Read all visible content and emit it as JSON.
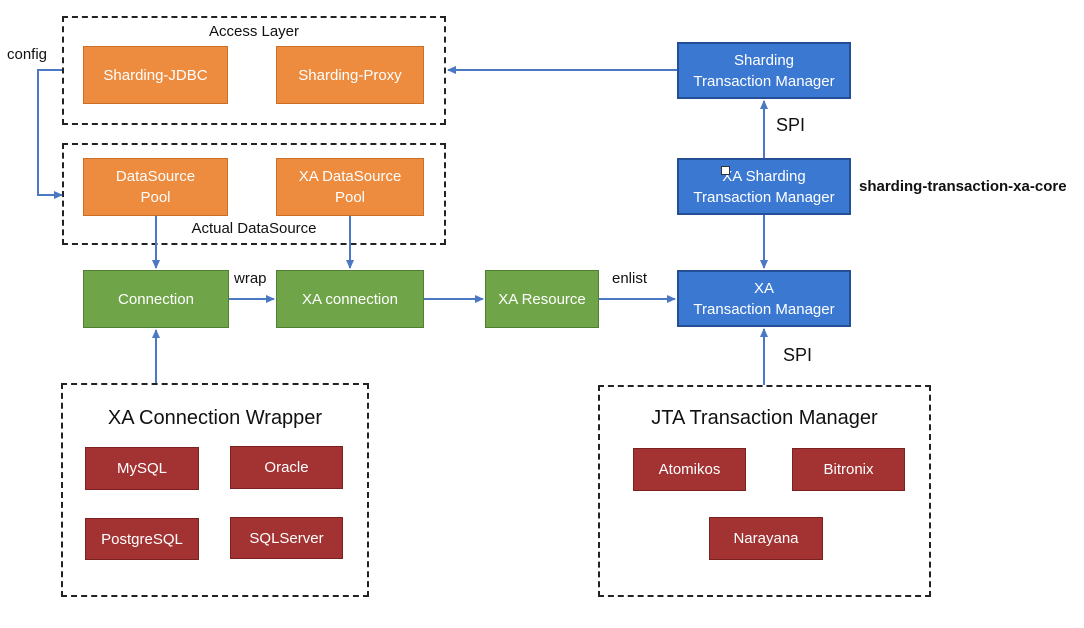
{
  "groups": {
    "access_layer": "Access Layer",
    "actual_datasource": "Actual DataSource",
    "xa_connection_wrapper": "XA Connection Wrapper",
    "jta_transaction_manager": "JTA Transaction Manager"
  },
  "nodes": {
    "sharding_jdbc": "Sharding-JDBC",
    "sharding_proxy": "Sharding-Proxy",
    "datasource_pool": "DataSource\nPool",
    "xa_datasource_pool": "XA DataSource\nPool",
    "connection": "Connection",
    "xa_connection": "XA connection",
    "xa_resource": "XA Resource",
    "sharding_transaction_manager": "Sharding\nTransaction Manager",
    "xa_sharding_transaction_manager": "XA Sharding\nTransaction Manager",
    "xa_transaction_manager": "XA\nTransaction Manager",
    "mysql": "MySQL",
    "oracle": "Oracle",
    "postgresql": "PostgreSQL",
    "sqlserver": "SQLServer",
    "atomikos": "Atomikos",
    "bitronix": "Bitronix",
    "narayana": "Narayana"
  },
  "labels": {
    "config": "config",
    "wrap": "wrap",
    "enlist": "enlist",
    "spi_top": "SPI",
    "spi_bottom": "SPI",
    "module": "sharding-transaction-xa-core"
  },
  "colors": {
    "orange": "#ed8b3e",
    "green": "#6fa548",
    "blue": "#3a78d1",
    "red": "#a33232",
    "connector": "#4a78c2"
  }
}
